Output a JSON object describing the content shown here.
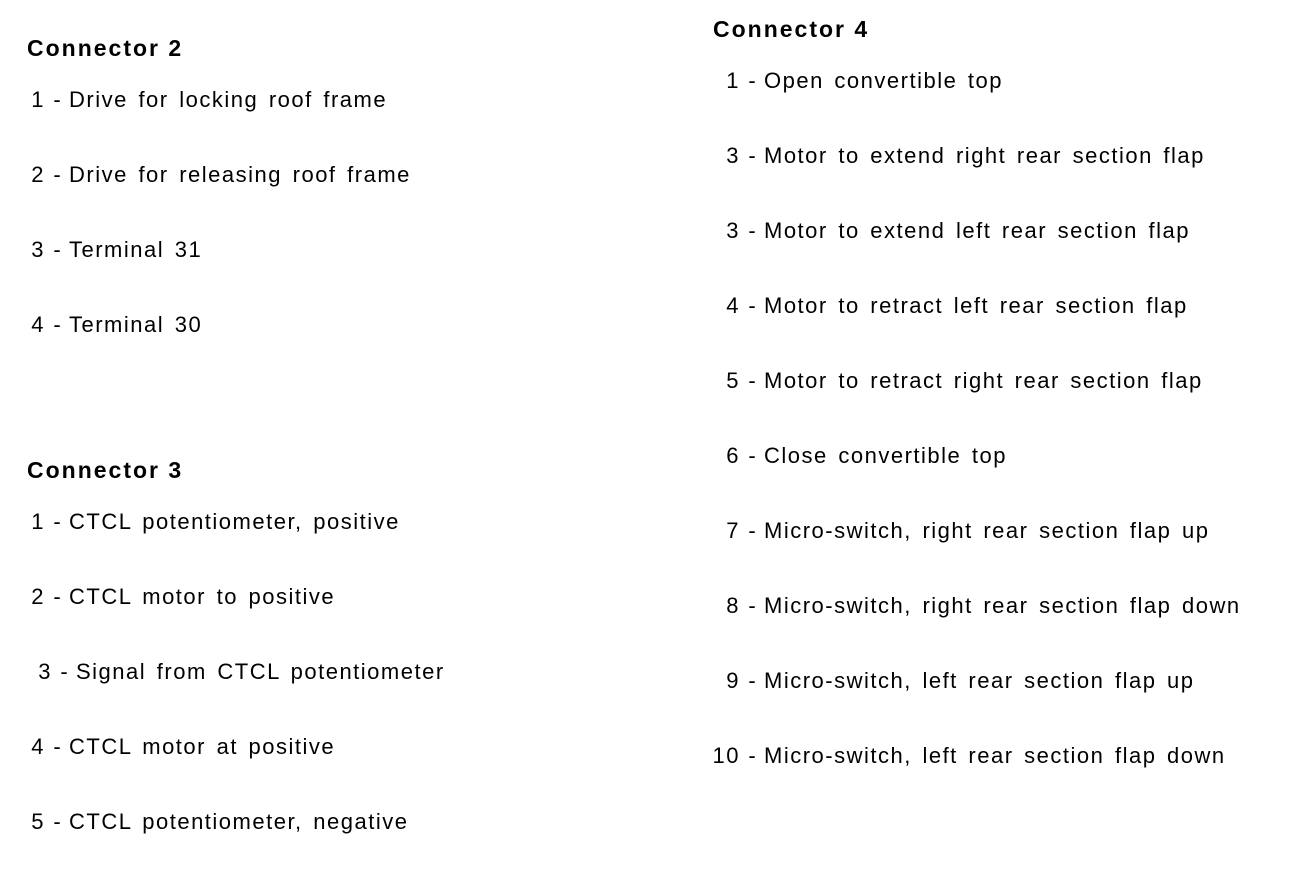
{
  "page": {
    "background_color": "#ffffff",
    "text_color": "#000000"
  },
  "separator": "-",
  "sections": [
    {
      "id": "connector-2",
      "title": "Connector 2",
      "items": [
        {
          "num": "1",
          "label": "Drive for locking roof frame"
        },
        {
          "num": "2",
          "label": "Drive for releasing roof frame"
        },
        {
          "num": "3",
          "label": "Terminal 31"
        },
        {
          "num": "4",
          "label": "Terminal 30"
        }
      ]
    },
    {
      "id": "connector-3",
      "title": "Connector 3",
      "items": [
        {
          "num": "1",
          "label": "CTCL potentiometer, positive"
        },
        {
          "num": "2",
          "label": "CTCL motor to positive"
        },
        {
          "num": "3",
          "label": "Signal from CTCL potentiometer",
          "indent": 7
        },
        {
          "num": "4",
          "label": "CTCL motor at positive"
        },
        {
          "num": "5",
          "label": "CTCL potentiometer, negative"
        }
      ]
    },
    {
      "id": "connector-4",
      "title": "Connector 4",
      "items": [
        {
          "num": "1",
          "label": "Open convertible top"
        },
        {
          "num": "3",
          "label": "Motor to extend right rear section flap"
        },
        {
          "num": "3",
          "label": "Motor to extend left rear section flap"
        },
        {
          "num": "4",
          "label": "Motor to retract left rear section flap"
        },
        {
          "num": "5",
          "label": "Motor to retract right rear section flap"
        },
        {
          "num": "6",
          "label": "Close convertible top"
        },
        {
          "num": "7",
          "label": "Micro-switch, right rear section flap up"
        },
        {
          "num": "8",
          "label": "Micro-switch, right rear section flap down"
        },
        {
          "num": "9",
          "label": "Micro-switch, left rear section flap up"
        },
        {
          "num": "10",
          "label": "Micro-switch, left rear section flap down"
        }
      ]
    }
  ]
}
